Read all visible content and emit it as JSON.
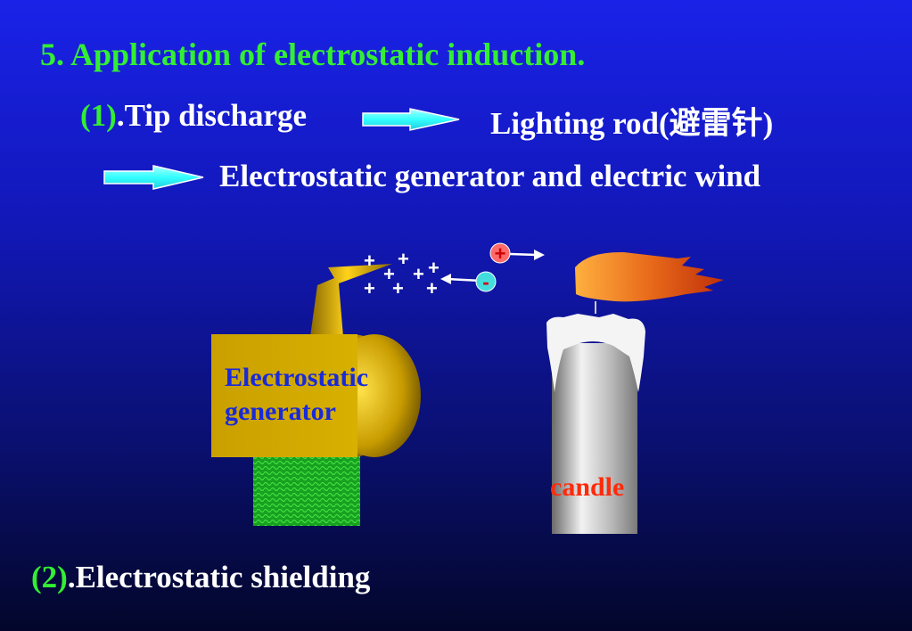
{
  "title": "5. Application of electrostatic induction.",
  "tip": {
    "number": "(1)",
    "text": ".Tip discharge"
  },
  "lightning_rod": "Lighting rod(避雷针)",
  "generator_line": "Electrostatic generator and electric wind",
  "diagram": {
    "generator_label_line1": "Electrostatic",
    "generator_label_line2": "generator",
    "candle_label": "candle",
    "plus_sign": "+",
    "positive_ion": "+",
    "negative_ion": "-"
  },
  "shielding": {
    "number": "(2)",
    "text": ".Electrostatic shielding"
  },
  "colors": {
    "heading_green": "#33ee33",
    "arrow_cyan": "#33ffff",
    "generator_gold": "#d4a800",
    "candle_label_red": "#ff2a0a"
  }
}
